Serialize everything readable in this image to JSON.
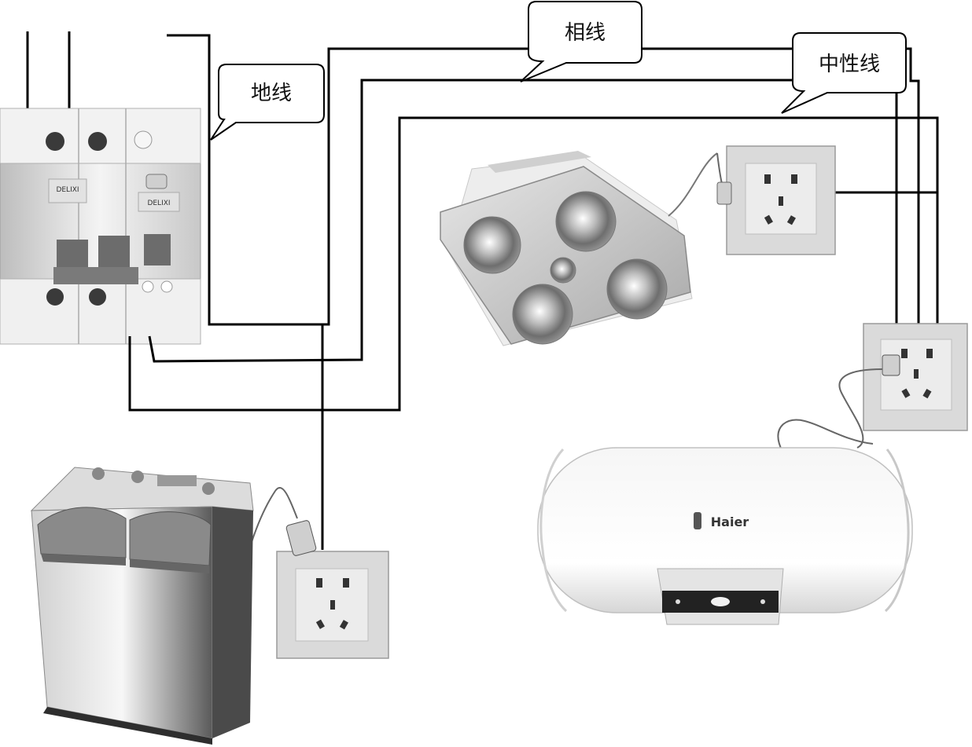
{
  "labels": {
    "ground": "地线",
    "phase": "相线",
    "neutral": "中性线"
  },
  "devices": {
    "breaker_brand_left": "DELIXI",
    "breaker_brand_right": "DELIXI",
    "heater_brand": "Haier"
  },
  "colors": {
    "wire": "#000000",
    "socket_plate": "#d8d8d8",
    "device_body": "#e9e9e9"
  }
}
